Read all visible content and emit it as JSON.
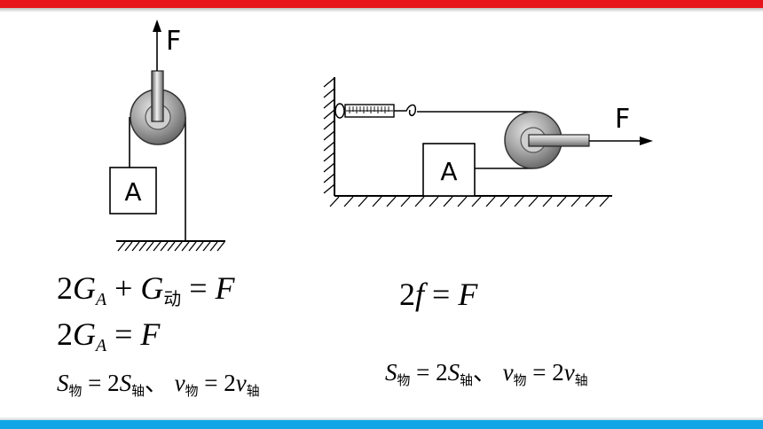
{
  "diagram1": {
    "force_label": "F",
    "block_label": "A"
  },
  "diagram2": {
    "force_label": "F",
    "block_label": "A"
  },
  "formulas_left": {
    "f1": {
      "c": "2",
      "G": "G",
      "A": "A",
      "plus": "+",
      "G2": "G",
      "dong": "动",
      "eq": "=",
      "F": "F"
    },
    "f2": {
      "c": "2",
      "G": "G",
      "A": "A",
      "eq": "=",
      "F": "F"
    },
    "f3": {
      "S": "S",
      "wu": "物",
      "eq": "=",
      "c": "2",
      "S2": "S",
      "zhou": "轴",
      "sep": "、",
      "v": "v",
      "wu2": "物",
      "eq2": "=",
      "c2": "2",
      "v2": "v",
      "zhou2": "轴"
    }
  },
  "formulas_right": {
    "f1": {
      "c": "2",
      "f": "f",
      "eq": "=",
      "F": "F"
    },
    "f3": {
      "S": "S",
      "wu": "物",
      "eq": "=",
      "c": "2",
      "S2": "S",
      "zhou": "轴",
      "sep": "、",
      "v": "v",
      "wu2": "物",
      "eq2": "=",
      "c2": "2",
      "v2": "v",
      "zhou2": "轴"
    }
  },
  "colors": {
    "top_bar": "#e8141b",
    "bottom_bar": "#12a6e6"
  }
}
